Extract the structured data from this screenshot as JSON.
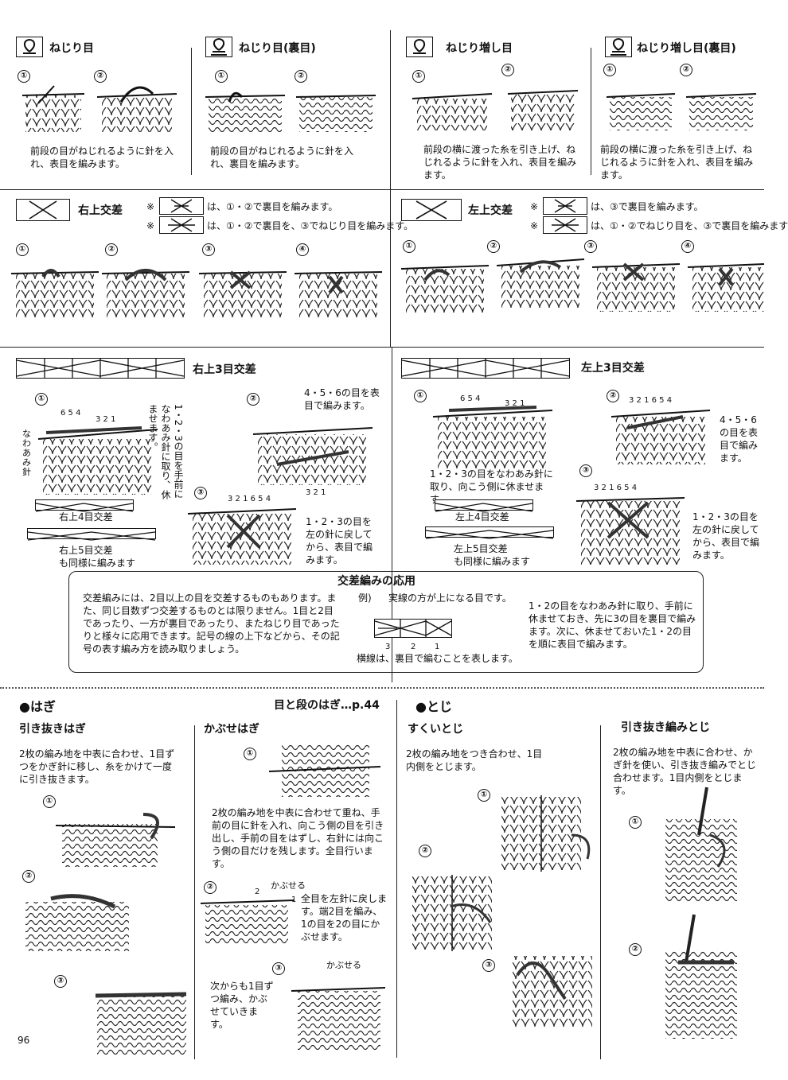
{
  "row1": {
    "s1": {
      "title": "ねじり目",
      "text": "前段の目がねじれるように針を入れ、表目を編みます。",
      "n1": "①",
      "n2": "②"
    },
    "s2": {
      "title": "ねじり目(裏目)",
      "text": "前段の目がねじれるように針を入れ、裏目を編みます。",
      "n1": "①",
      "n2": "②"
    },
    "s3": {
      "title": "ねじり増し目",
      "text": "前段の横に渡った糸を引き上げ、ねじれるように針を入れ、表目を編みます。",
      "n1": "①",
      "n2": "②"
    },
    "s4": {
      "title": "ねじり増し目(裏目)",
      "text": "前段の横に渡った糸を引き上げ、ねじれるように針を入れ、表目を編みます。",
      "n1": "①",
      "n2": "②"
    }
  },
  "row2": {
    "left": {
      "title": "右上交差",
      "note_mark": "※",
      "note1": "は、①・②で裏目を編みます。",
      "note2": "は、①・②で裏目を、③でねじり目を編みます。",
      "n": [
        "①",
        "②",
        "③",
        "④"
      ]
    },
    "right": {
      "title": "左上交差",
      "note_mark": "※",
      "note1": "は、③で裏目を編みます。",
      "note2": "は、①・②でねじり目を、③で裏目を編みます",
      "n": [
        "①",
        "②",
        "③",
        "④"
      ]
    }
  },
  "row3": {
    "left": {
      "title": "右上3目交差",
      "n1": "①",
      "n2": "②",
      "n3": "③",
      "labels_654": "6 5 4",
      "labels_321": "3 2 1",
      "cable_needle": "なわあみ針",
      "vertical_note": "1・2・3の目を手前になわあみ針に取り、休ませます。",
      "step2": "4・5・6の目を表目で編みます。",
      "step2_nums": "3 2 1",
      "step3": "1・2・3の目を左の針に戻してから、表目で編みます。",
      "step3_nums": "3 2 1 6 5 4",
      "var1": "右上4目交差",
      "var2": "右上5目交差",
      "var_note": "も同様に編みます"
    },
    "right": {
      "title": "左上3目交差",
      "n1": "①",
      "n2": "②",
      "n3": "③",
      "labels_654": "6 5 4",
      "labels_321": "3 2 1",
      "step1": "1・2・3の目をなわあみ針に取り、向こう側に休ませます。",
      "step2": "4・5・6の目を表目で編みます。",
      "step2_nums": "3 2 1 6 5 4",
      "step3": "1・2・3の目を左の針に戻してから、表目で編みます。",
      "step3_nums": "3 2 1 6 5 4",
      "var1": "左上4目交差",
      "var2": "左上5目交差",
      "var_note": "も同様に編みます"
    }
  },
  "cross_box": {
    "title": "交差編みの応用",
    "text": "交差編みには、2目以上の目を交差するものもあります。また、同じ目数ずつ交差するものとは限りません。1目と2目であったり、一方が裏目であったり、またねじり目であったりと様々に応用できます。記号の線の上下などから、その記号の表す編み方を読み取りましょう。",
    "example_label": "例)",
    "example_note": "実線の方が上になる目です。",
    "nums": [
      "3",
      "2",
      "1"
    ],
    "horiz_note": "横線は、裏目で編むことを表します。",
    "right_text": "1・2の目をなわあみ針に取り、手前に休ませておき、先に3の目を裏目で編みます。次に、休ませておいた1・2の目を順に表目で編みます。"
  },
  "bottom": {
    "hagi_head": "●はぎ",
    "ref": "目と段のはぎ…p.44",
    "toji_head": "●とじ",
    "c1": {
      "title": "引き抜きはぎ",
      "text": "2枚の編み地を中表に合わせ、1目ずつをかぎ針に移し、糸をかけて一度に引き抜きます。",
      "n": [
        "①",
        "②",
        "③"
      ]
    },
    "c2": {
      "title": "かぶせはぎ",
      "text1": "2枚の編み地を中表に合わせて重ね、手前の目に針を入れ、向こう側の目を引き出し、手前の目をはずし、右針には向こう側の目だけを残します。全目行います。",
      "text2": "全目を左針に戻します。端2目を編み、1の目を2の目にかぶせます。",
      "text3": "次からも1目ずつ編み、かぶせていきます。",
      "kabuseru": "かぶせる",
      "n": [
        "①",
        "②",
        "③"
      ],
      "small_nums": [
        "2",
        "1"
      ]
    },
    "c3": {
      "title": "すくいとじ",
      "text": "2枚の編み地をつき合わせ、1目内側をとじます。",
      "n": [
        "①",
        "②",
        "③"
      ]
    },
    "c4": {
      "title": "引き抜き編みとじ",
      "text": "2枚の編み地を中表に合わせ、かぎ針を使い、引き抜き編みでとじ合わせます。1目内側をとじます。",
      "n": [
        "①",
        "②"
      ]
    }
  },
  "page_number": "96",
  "icons": [
    "twisted-stitch-symbol",
    "cross-stitch-symbol",
    "knitting-needle-icon",
    "crochet-hook-icon"
  ]
}
